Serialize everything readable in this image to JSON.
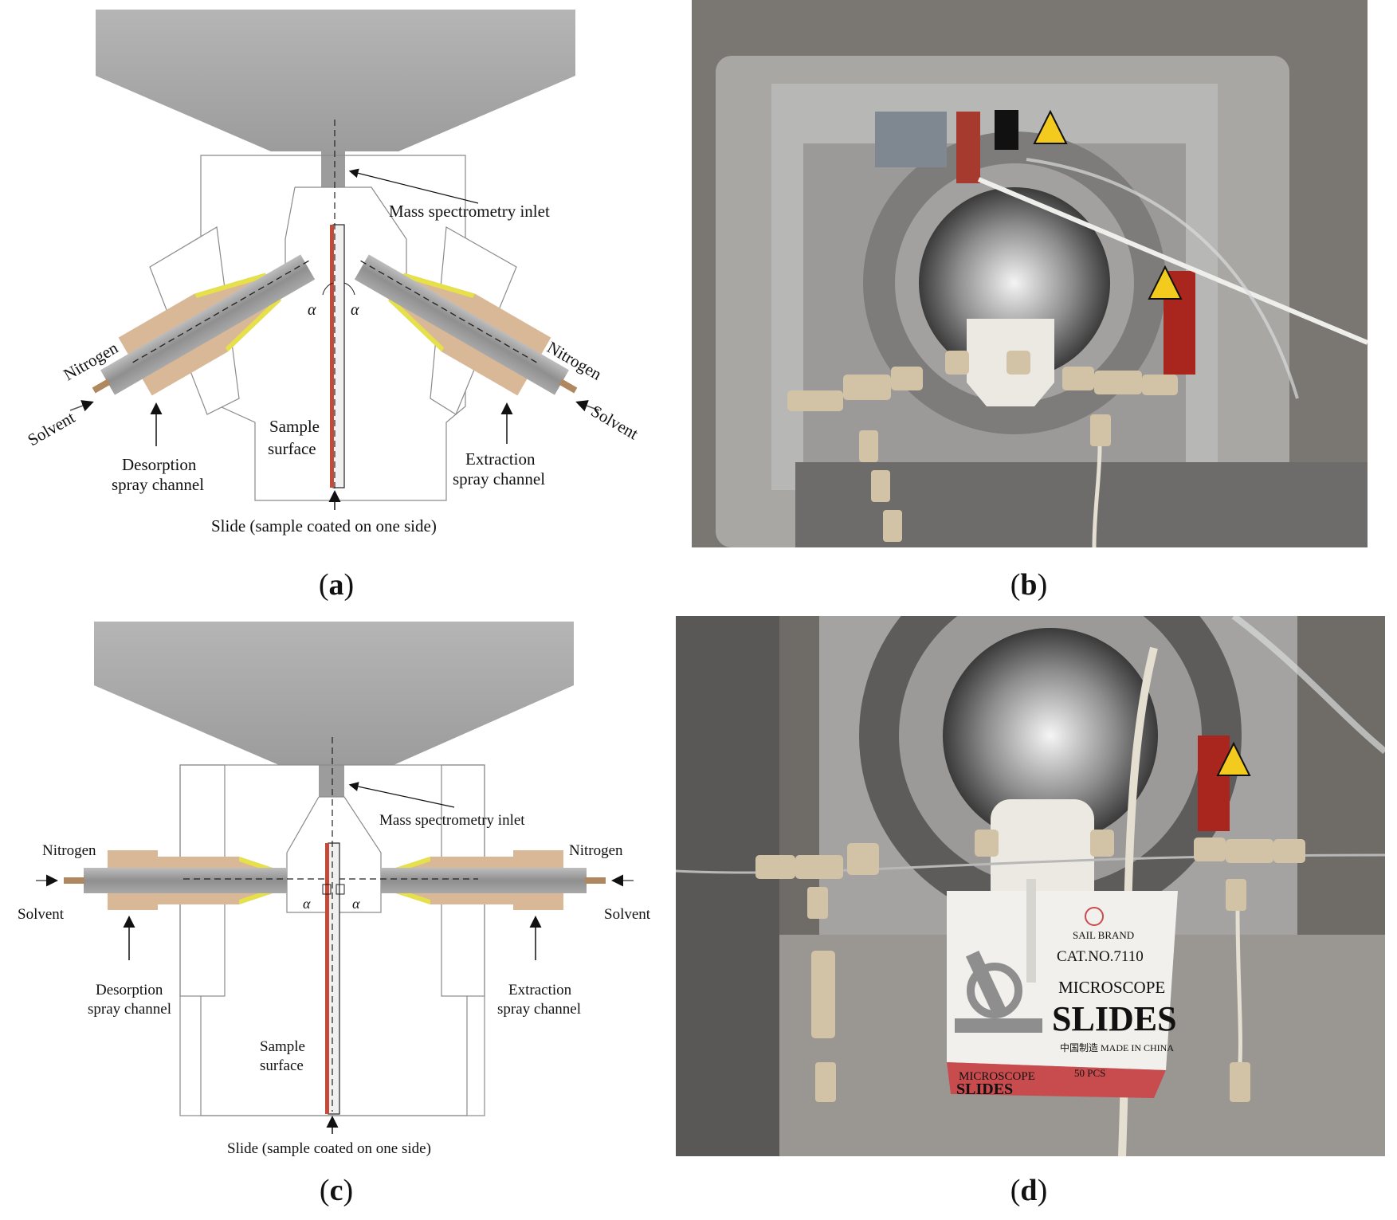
{
  "panel_a": {
    "label_ms_inlet": "Mass spectrometry inlet",
    "label_nitrogen_left": "Nitrogen",
    "label_solvent_left": "Solvent",
    "label_nitrogen_right": "Nitrogen",
    "label_solvent_right": "Solvent",
    "label_desorption_1": "Desorption",
    "label_desorption_2": "spray channel",
    "label_extraction_1": "Extraction",
    "label_extraction_2": "spray channel",
    "label_sample_1": "Sample",
    "label_sample_2": "surface",
    "label_slide": "Slide (sample coated on one side)",
    "angle_left": "α",
    "angle_right": "α",
    "caption_open": "(",
    "caption_letter": "a",
    "caption_close": ")"
  },
  "panel_b": {
    "caption_open": "(",
    "caption_letter": "b",
    "caption_close": ")"
  },
  "panel_c": {
    "label_ms_inlet": "Mass spectrometry inlet",
    "label_nitrogen_left": "Nitrogen",
    "label_solvent_left": "Solvent",
    "label_nitrogen_right": "Nitrogen",
    "label_solvent_right": "Solvent",
    "label_desorption_1": "Desorption",
    "label_desorption_2": "spray channel",
    "label_extraction_1": "Extraction",
    "label_extraction_2": "spray channel",
    "label_sample_1": "Sample",
    "label_sample_2": "surface",
    "label_slide": "Slide (sample coated on one side)",
    "angle_left": "α",
    "angle_right": "α",
    "caption_open": "(",
    "caption_letter": "c",
    "caption_close": ")"
  },
  "panel_d": {
    "box_brand": "SAIL BRAND",
    "box_cat": "CAT.NO.7110",
    "box_microscope": "MICROSCOPE",
    "box_slides": "SLIDES",
    "box_made": "中国制造   MADE IN CHINA",
    "box_side_microscope": "MICROSCOPE",
    "box_side_slides": "SLIDES",
    "box_side_pcs": "50 PCS",
    "caption_open": "(",
    "caption_letter": "d",
    "caption_close": ")"
  },
  "colors": {
    "hood": "#a6a6a6",
    "tan": "#d9b897",
    "yellow": "#e6e04a",
    "rod": "#9a9a9a",
    "slide_red": "#c44a3a"
  }
}
